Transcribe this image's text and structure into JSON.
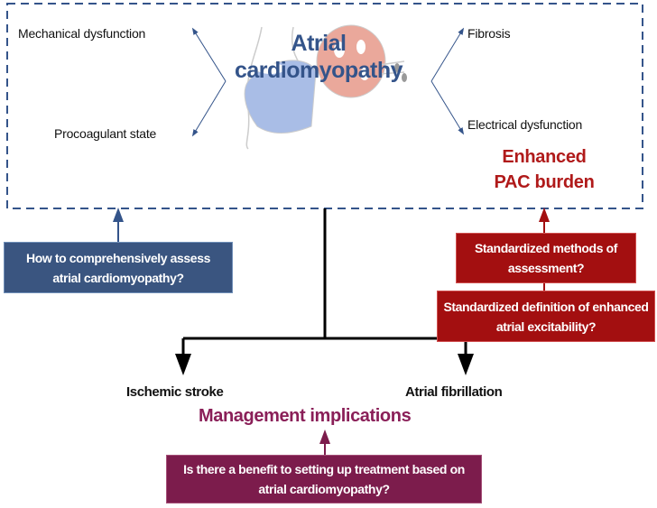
{
  "top": {
    "title_line1": "Atrial",
    "title_line2": "cardiomyopathy",
    "features": {
      "mechanical": "Mechanical dysfunction",
      "procoagulant": "Procoagulant state",
      "fibrosis": "Fibrosis",
      "electrical": "Electrical dysfunction"
    },
    "pac_line1": "Enhanced",
    "pac_line2": "PAC burden"
  },
  "questions": {
    "assess": "How to comprehensively assess atrial cardiomyopathy?",
    "methods": "Standardized methods of assessment?",
    "definition": "Standardized definition of enhanced atrial excitability?",
    "treatment": "Is there a benefit to setting up treatment based on atrial cardiomyopathy?"
  },
  "outcomes": {
    "stroke": "Ischemic stroke",
    "af": "Atrial fibrillation",
    "management": "Management implications"
  },
  "colors": {
    "blue": "#3a5580",
    "red": "#a30f10",
    "purple": "#7c1c4c"
  }
}
